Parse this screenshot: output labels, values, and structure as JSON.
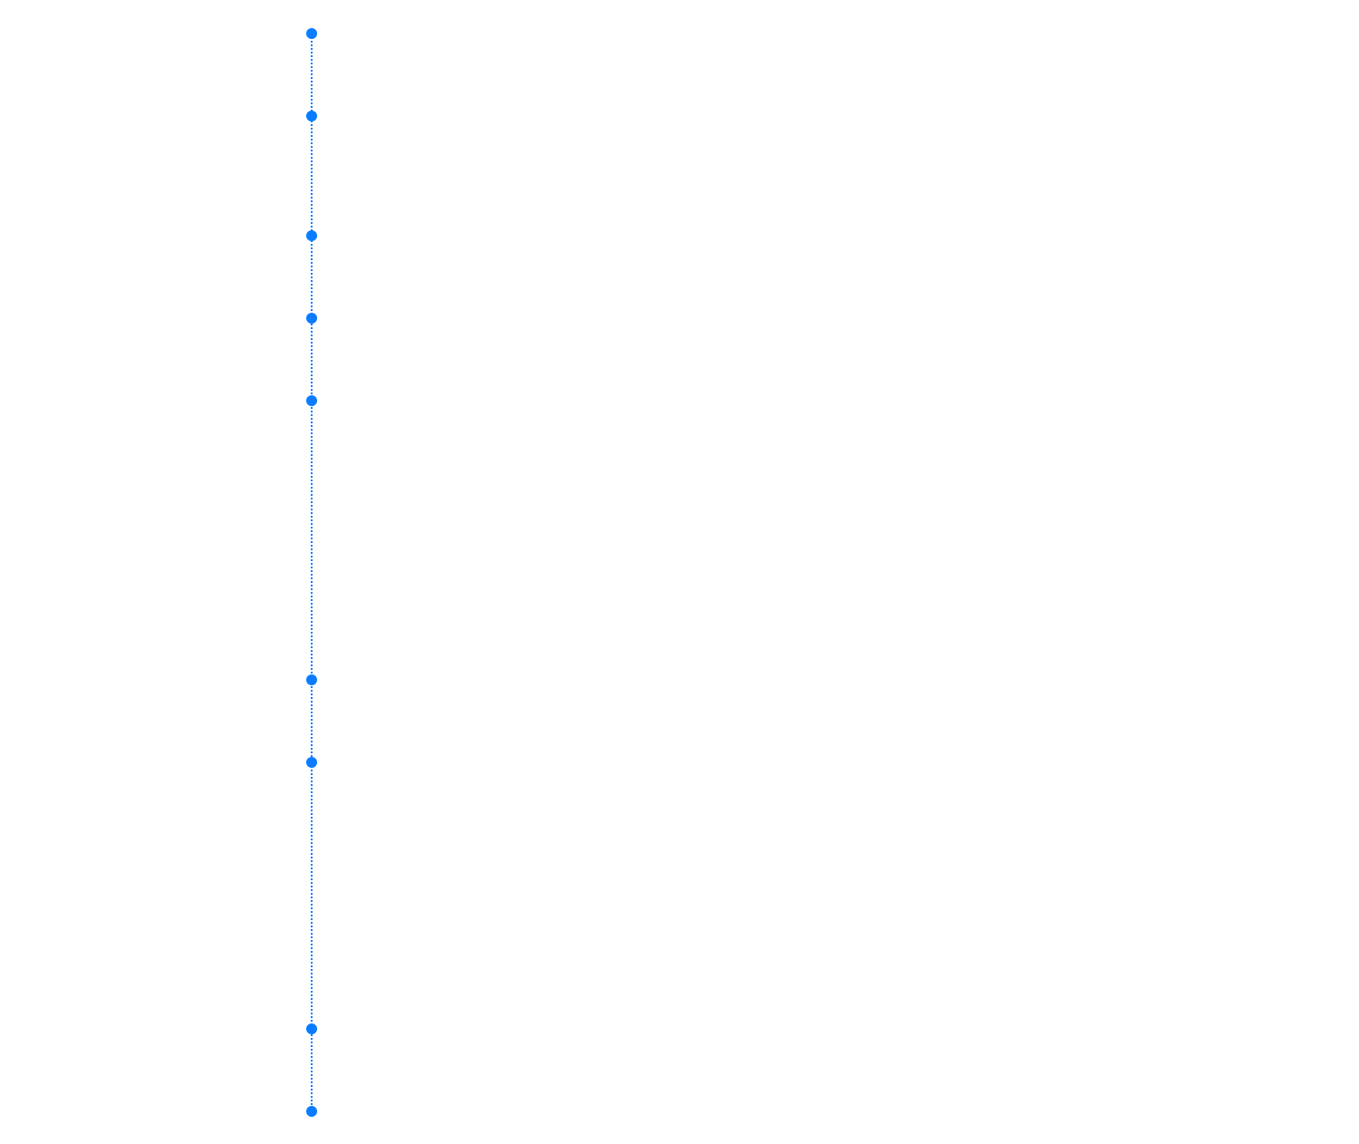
{
  "timeline": {
    "accent_color": "#0a7cff",
    "line_style": "dotted",
    "nodes": [
      {
        "id": "node-1",
        "label": ""
      },
      {
        "id": "node-2",
        "label": ""
      },
      {
        "id": "node-3",
        "label": ""
      },
      {
        "id": "node-4",
        "label": ""
      },
      {
        "id": "node-5",
        "label": ""
      },
      {
        "id": "node-6",
        "label": ""
      },
      {
        "id": "node-7",
        "label": ""
      },
      {
        "id": "node-8",
        "label": ""
      },
      {
        "id": "node-9",
        "label": ""
      }
    ]
  }
}
